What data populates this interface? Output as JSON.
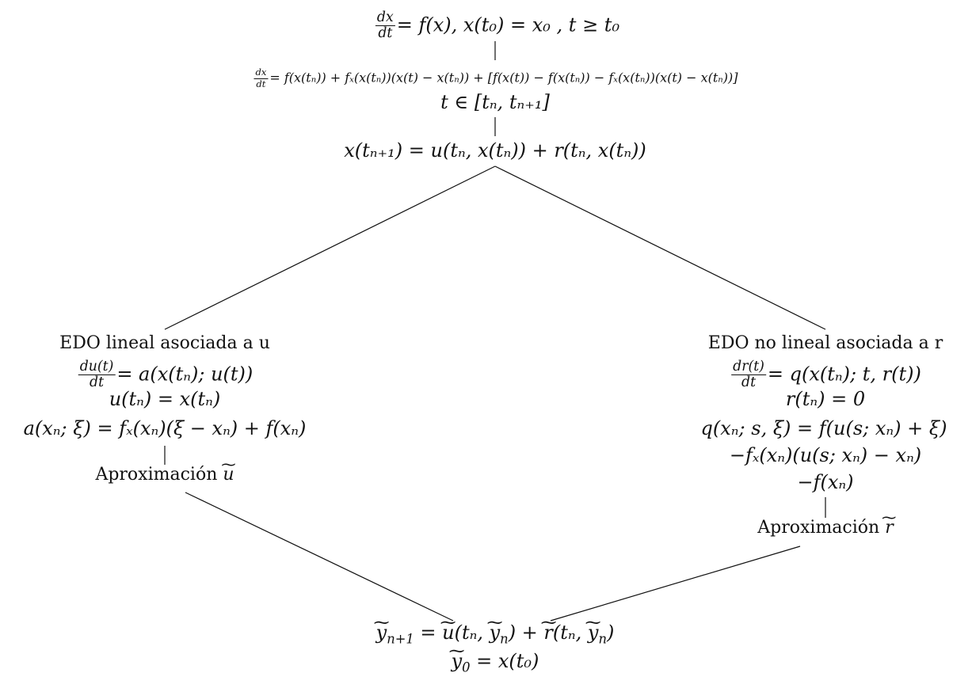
{
  "top": {
    "ode_rest": "= f(x),  x(t₀) = x₀ ,  t ≥ t₀",
    "ode_frac_num": "dx",
    "ode_frac_den": "dt",
    "linearization_frac_num": "dx",
    "linearization_frac_den": "dt",
    "linearization_rest": "= f(x(tₙ)) + fₓ(x(tₙ))(x(t) − x(tₙ)) + [f(x(t)) − f(x(tₙ)) − fₓ(x(tₙ))(x(t) − x(tₙ))]",
    "interval": "t ∈ [tₙ, tₙ₊₁]",
    "split": "x(tₙ₊₁) = u(tₙ, x(tₙ)) + r(tₙ, x(tₙ))"
  },
  "left": {
    "title": "EDO lineal asociada a u",
    "frac_num": "du(t)",
    "frac_den": "dt",
    "eq_rest": "= a(x(tₙ); u(t))",
    "init": "u(tₙ) = x(tₙ)",
    "def": "a(xₙ; ξ) = fₓ(xₙ)(ξ − xₙ) + f(xₙ)",
    "approx_text": "Aproximación",
    "approx_var": "u"
  },
  "right": {
    "title": "EDO no lineal asociada a r",
    "frac_num": "dr(t)",
    "frac_den": "dt",
    "eq_rest": "= q(x(tₙ); t, r(t))",
    "init": "r(tₙ) = 0",
    "def_line1": "q(xₙ; s, ξ) = f(u(s; xₙ) + ξ)",
    "def_line2": "−fₓ(xₙ)(u(s; xₙ) − xₙ)",
    "def_line3": "−f(xₙ)",
    "approx_text": "Aproximación",
    "approx_var": "r"
  },
  "bottom": {
    "scheme_lhs": "y",
    "scheme_lhs_sub": "n+1",
    "scheme_eq": " = ",
    "scheme_u": "u",
    "scheme_u_args_pre": "(tₙ, ",
    "scheme_y1": "y",
    "scheme_y1_sub": "n",
    "scheme_u_args_post": ") + ",
    "scheme_r": "r",
    "scheme_r_args_pre": "(tₙ, ",
    "scheme_y2": "y",
    "scheme_y2_sub": "n",
    "scheme_r_args_post": ")",
    "init_y": "y",
    "init_sub": "0",
    "init_rest": " = x(t₀)"
  }
}
